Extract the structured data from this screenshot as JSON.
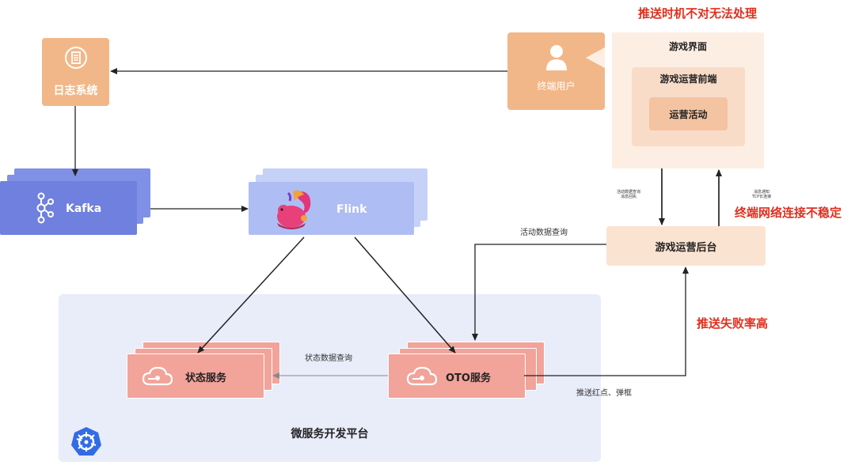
{
  "warnings": {
    "push_timing": "推送时机不对无法处理",
    "network_unstable": "终端网络连接不稳定",
    "push_failure": "推送失败率高"
  },
  "nodes": {
    "log_system": "日志系统",
    "end_user": "终端用户",
    "kafka": "Kafka",
    "flink": "Flink",
    "game_ui": "游戏界面",
    "game_frontend": "游戏运营前端",
    "game_activity": "运营活动",
    "game_backend": "游戏运营后台",
    "state_service": "状态服务",
    "oto_service": "OTO服务",
    "platform": "微服务开发平台"
  },
  "edges": {
    "activity_query": "活动数据查询",
    "state_query": "状态数据查询",
    "push_badge": "推送红点、弹框",
    "down_line1": "活动数据查询",
    "down_line2": "消息回执",
    "up_line1": "消息通知",
    "up_line2": "TCP长连接"
  },
  "colors": {
    "warning": "#e0301e",
    "orange_node": "#f2b788",
    "kafka": "#6f80de",
    "flink": "#aebdf4",
    "service": "#f2a39a",
    "platform_bg": "#e9ecf9"
  },
  "icons": [
    "log-file-icon",
    "user-icon",
    "kafka-icon",
    "flink-squirrel-icon",
    "cloud-icon",
    "kubernetes-icon"
  ]
}
